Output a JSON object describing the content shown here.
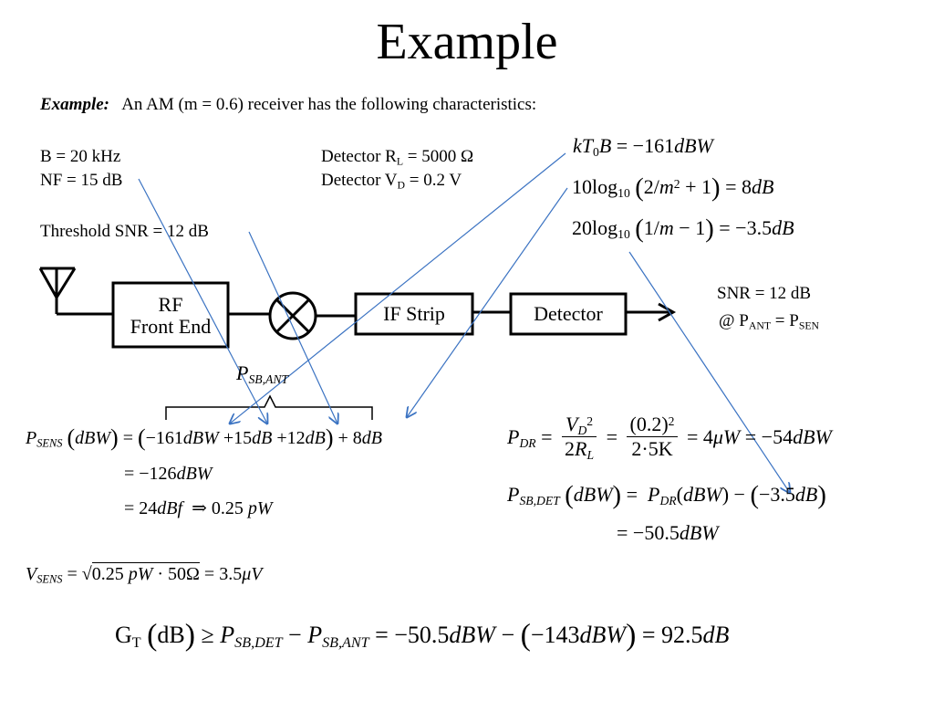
{
  "title": "Example",
  "intro": {
    "label": "Example:",
    "text": "An AM (m = 0.6) receiver has the following characteristics:"
  },
  "specs": {
    "bandwidth": "B = 20 kHz",
    "noise_figure": "NF = 15 dB",
    "threshold_snr": "Threshold SNR = 12 dB",
    "detector_rl": "Detector  R",
    "detector_rl_sub": "L",
    "detector_rl_value": " =  5000 Ω",
    "detector_vd": "Detector  V",
    "detector_vd_sub": "D",
    "detector_vd_value": " = 0.2 V"
  },
  "blocks": {
    "rf_line1": "RF",
    "rf_line2": "Front End",
    "if_strip": "IF Strip",
    "detector": "Detector"
  },
  "output_note": {
    "snr": "SNR = 12 dB",
    "at": "@ P",
    "ant_sub": "ANT",
    "eq": " = P",
    "sen_sub": "SEN"
  },
  "equations": {
    "ktb": "kT₀B = −161dBW",
    "log1": "10log₁₀(2/m² + 1) = 8dB",
    "log2": "20log₁₀(1/m − 1) = −3.5dB",
    "psb_ant": "P_SB,ANT",
    "psens_1": "P_SENS(dBW) = (−161dBW + 15dB + 12dB) + 8dB",
    "psens_2": "= −126dBW",
    "psens_3": "= 24dBf  ⇒ 0.25 pW",
    "vsens": "V_SENS = √(0.25 pW · 50Ω) = 3.5 μV",
    "pdr": "P_DR = V_D²/(2R_L) = (0.2)²/(2·5K) = 4 μW = −54dBW",
    "psbdet_1": "P_SB,DET(dBW) = P_DR(dBW) − (−3.5dB)",
    "psbdet_2": "= −50.5dBW",
    "gain": "G_T(dB) ≥ P_SB,DET − P_SB,ANT = −50.5dBW − (−143dBW) = 92.5dB"
  }
}
